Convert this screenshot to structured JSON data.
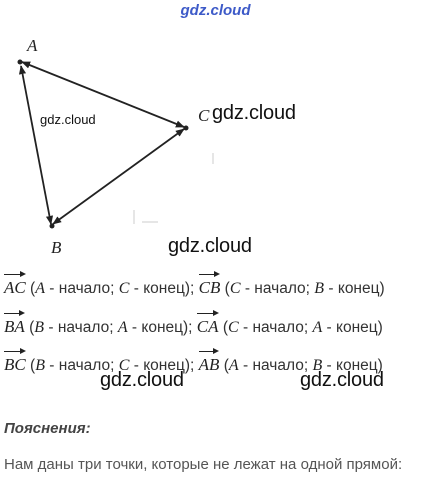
{
  "header": {
    "watermark": "gdz.cloud"
  },
  "diagram": {
    "points": {
      "A": "A",
      "B": "B",
      "C": "C"
    },
    "edges": [
      {
        "from": "A",
        "to": "B",
        "arrow_start": true,
        "arrow_end": true
      },
      {
        "from": "B",
        "to": "C",
        "arrow_start": true,
        "arrow_end": true
      },
      {
        "from": "C",
        "to": "A",
        "arrow_start": true,
        "arrow_end": true
      }
    ],
    "watermark_small": "gdz.cloud",
    "watermark_c": "gdz.cloud",
    "watermark_b": "gdz.cloud"
  },
  "vectors": [
    {
      "v1": "AC",
      "p1a": "A",
      "t1a": "начало",
      "p1b": "C",
      "t1b": "конец",
      "v2": "CB",
      "p2a": "C",
      "t2a": "начало",
      "p2b": "B",
      "t2b": "конец"
    },
    {
      "v1": "BA",
      "p1a": "B",
      "t1a": "начало",
      "p1b": "A",
      "t1b": "конец",
      "v2": "CA",
      "p2a": "C",
      "t2a": "начало",
      "p2b": "A",
      "t2b": "конец"
    },
    {
      "v1": "BC",
      "p1a": "B",
      "t1a": "начало",
      "p1b": "C",
      "t1b": "конец",
      "v2": "AB",
      "p2a": "A",
      "t2a": "начало",
      "p2b": "B",
      "t2b": "конец"
    }
  ],
  "watermarks_bottom": [
    "gdz.cloud",
    "gdz.cloud"
  ],
  "explanation": {
    "title": "Пояснения:",
    "text": "Нам даны три точки, которые не лежат на одной прямой:"
  }
}
